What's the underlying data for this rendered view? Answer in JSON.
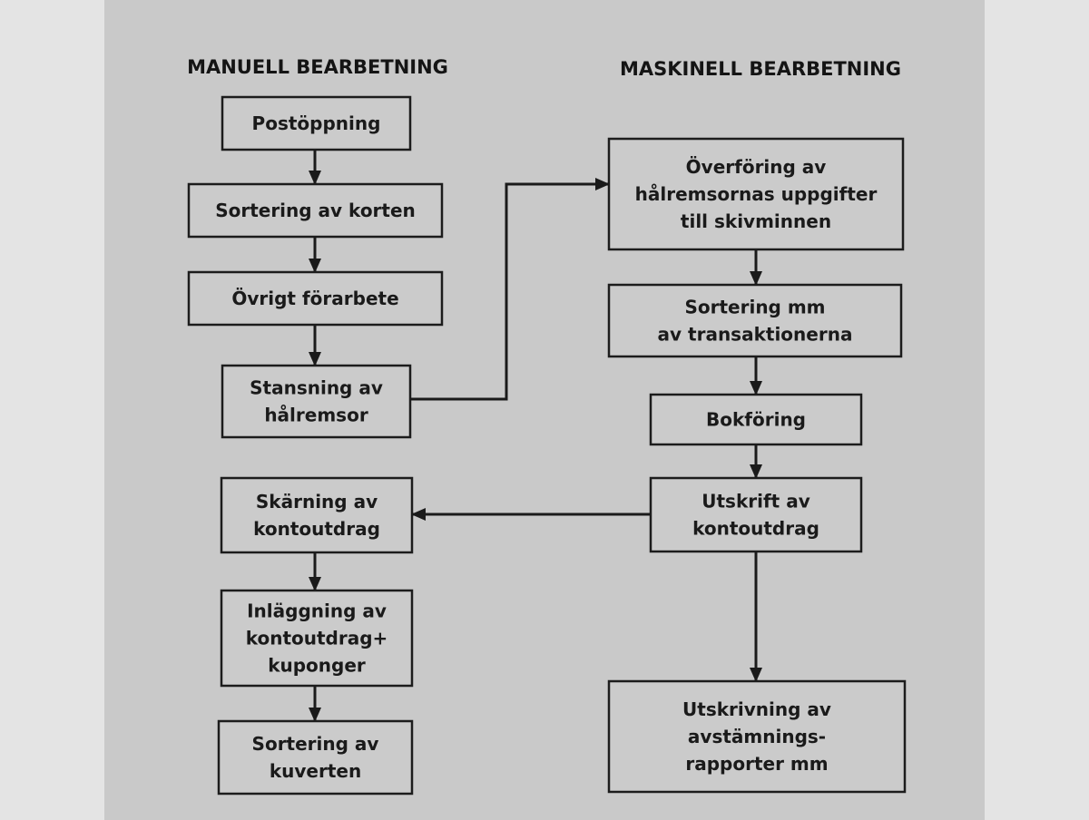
{
  "headings": {
    "manual": "MANUELL BEARBETNING",
    "machine": "MASKINELL BEARBETNING"
  },
  "manual_steps": [
    {
      "lines": [
        "Postöppning"
      ]
    },
    {
      "lines": [
        "Sortering av korten"
      ]
    },
    {
      "lines": [
        "Övrigt förarbete"
      ]
    },
    {
      "lines": [
        "Stansning av",
        "hålremsor"
      ]
    },
    {
      "lines": [
        "Skärning av",
        "kontoutdrag"
      ]
    },
    {
      "lines": [
        "Inläggning av",
        "kontoutdrag+",
        "kuponger"
      ]
    },
    {
      "lines": [
        "Sortering av",
        "kuverten"
      ]
    }
  ],
  "machine_steps": [
    {
      "lines": [
        "Överföring av",
        "hålremsornas uppgifter",
        "till skivminnen"
      ]
    },
    {
      "lines": [
        "Sortering  mm",
        "av transaktionerna"
      ]
    },
    {
      "lines": [
        "Bokföring"
      ]
    },
    {
      "lines": [
        "Utskrift av",
        "kontoutdrag"
      ]
    },
    {
      "lines": [
        "Utskrivning av",
        "avstämnings-",
        "rapporter mm"
      ]
    }
  ]
}
